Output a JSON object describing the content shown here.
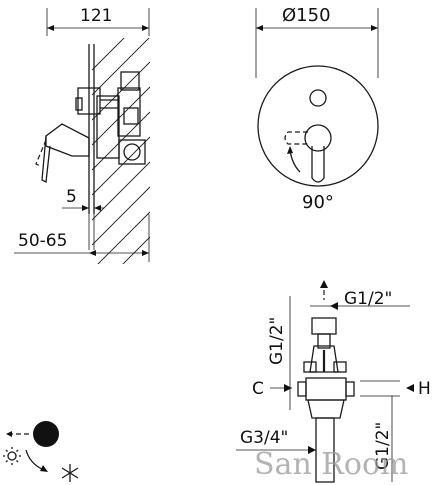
{
  "side_view": {
    "width_label": "121",
    "offset_label": "5",
    "depth_label": "50-65"
  },
  "front_view": {
    "diameter_label": "Ø150",
    "angle_label": "90°"
  },
  "connection_view": {
    "top_thread": "G1/2\"",
    "left_vertical_thread": "G1/2\"",
    "c_label": "C",
    "h_label": "H",
    "bottom_thread": "G3/4\"",
    "right_vertical_thread": "G1/2\""
  },
  "watermark": "San Room"
}
